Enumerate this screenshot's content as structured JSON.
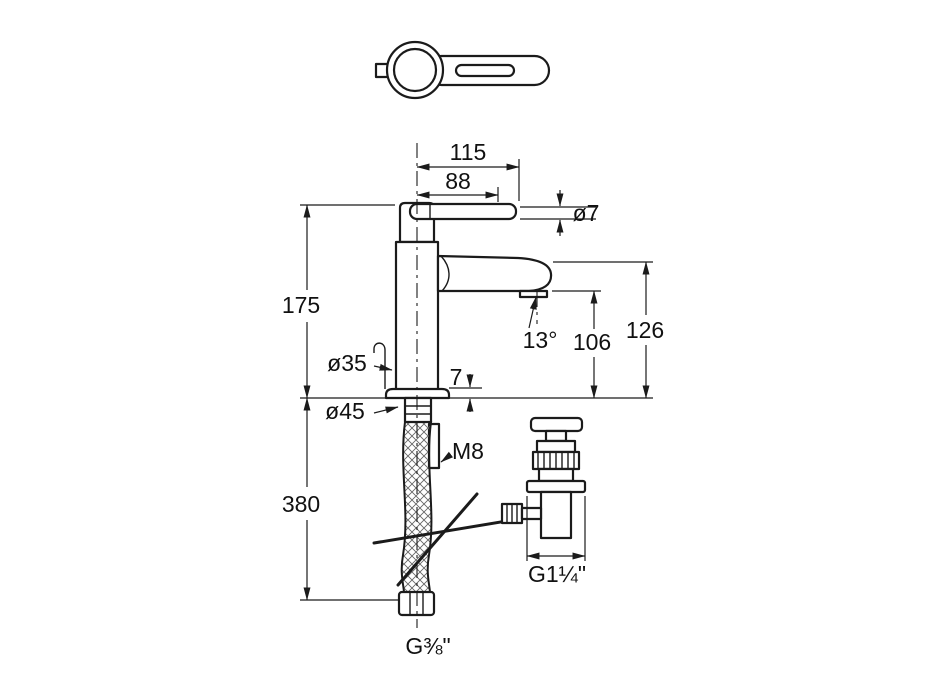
{
  "diagram": {
    "line_color": "#1b1b1b",
    "background_color": "#ffffff",
    "labels": {
      "overall_width": "115",
      "spout_reach": "88",
      "handle_rod_dia": "ø7",
      "body_height": "175",
      "body_dia": "ø35",
      "base_plate_height": "7",
      "stream_angle": "13°",
      "outlet_height": "106",
      "spout_top_height": "126",
      "base_dia": "ø45",
      "stud_thread": "M8",
      "hose_length": "380",
      "waste_thread": "G1¼\"",
      "supply_thread": "G⅜\""
    }
  }
}
